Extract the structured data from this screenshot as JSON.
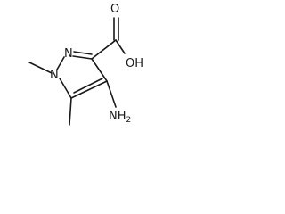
{
  "molecule": {
    "name": "",
    "atom_labels": {
      "ring_n_top": "N",
      "ring_n_left": "N",
      "hydroxyl": "OH",
      "carbonyl_o": "O",
      "amino": "NH",
      "amino_subscript": "2"
    }
  }
}
